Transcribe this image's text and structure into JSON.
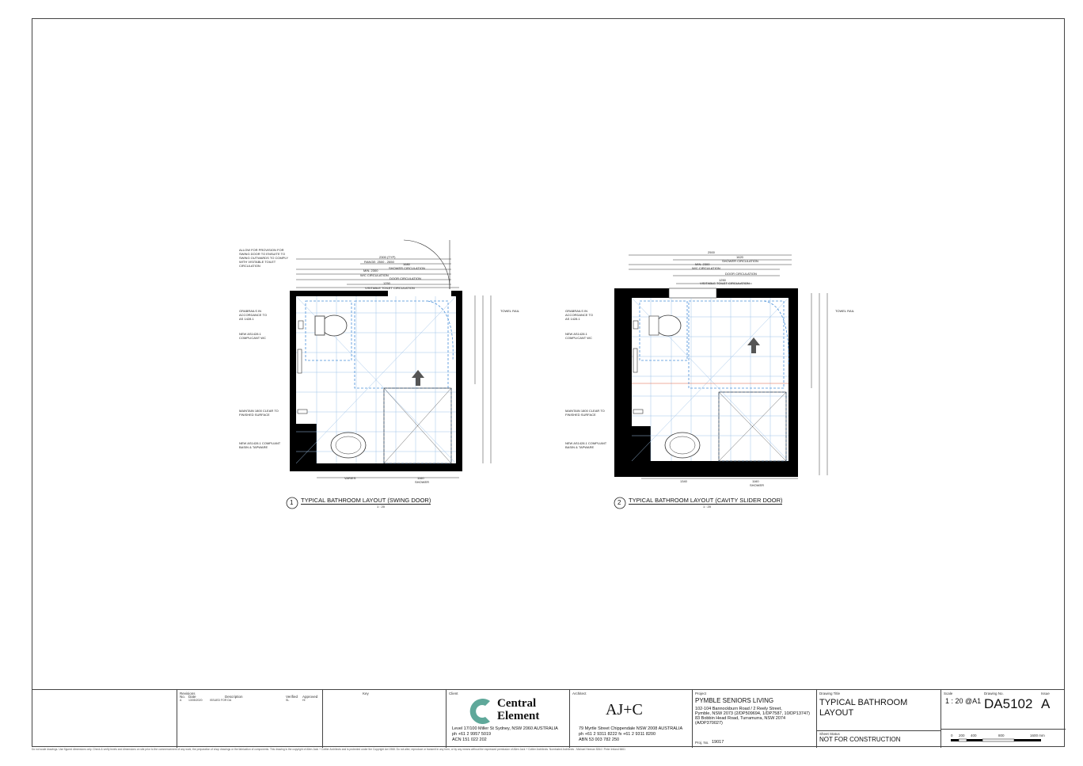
{
  "drawings": [
    {
      "number": "1",
      "title": "TYPICAL BATHROOM LAYOUT (SWING DOOR)",
      "scale": "1 : 20",
      "annotations": {
        "door_note": "ALLOW FOR PROVISION FOR\nSWING DOOR TO ENSUITE TO\nSWING OUTWARDS TO COMPLY\nWITH VISITABLE TOILET\nCIRCULATION",
        "grabrails": "GRABRAILS IN\nACCORDANCE TO\nAS 1428.1",
        "wc": "NEW AS1428.1\nCOMPLICANT WC",
        "clear": "MAINTAIN 1800 CLEAR TO\nFINISHED SURFACE",
        "basin": "NEW AS1428.1 COMPLIANT\nBASIN & TAPWARE",
        "towel_rail": "TOWEL RAIL"
      },
      "dims": {
        "overall": "2300 (TYP)",
        "range": "RANGE: 2500 - 2650",
        "shower_circ_w": "1680",
        "shower_circ": "SHOWER CIRCULATION",
        "min": "MIN. 2300",
        "wc_circ": "W/C CIRCULATION",
        "door_circ": "DOOR CIRCULATION",
        "visitable_w": "1250",
        "visitable": "VISITABLE TOILET CIRCULATION",
        "bottom_left": "VARIES",
        "bottom_right": "1160",
        "bottom_shower": "SHOWER"
      }
    },
    {
      "number": "2",
      "title": "TYPICAL BATHROOM LAYOUT (CAVITY SLIDER DOOR)",
      "scale": "1 : 20",
      "annotations": {
        "grabrails": "GRABRAILS IN\nACCORDANCE TO\nAS 1428.1",
        "wc": "NEW AS1428.1\nCOMPLICANT WC",
        "clear": "MAINTAIN 1800 CLEAR TO\nFINISHED SURFACE",
        "basin": "NEW AS1428.1 COMPLIANT\nBASIN & TAPWARE",
        "towel_rail": "TOWEL RAIL"
      },
      "dims": {
        "overall": "2500",
        "shower_circ_w": "1620",
        "shower_circ": "SHOWER CIRCULATION",
        "min": "MIN. 2300",
        "wc_circ": "W/C CIRCULATION",
        "door_circ": "DOOR CIRCULATION",
        "visitable_w": "1250",
        "visitable": "VISITABLE TOILET CIRCULATION",
        "bottom_left": "1340",
        "bottom_right": "1160",
        "bottom_shower": "SHOWER"
      }
    }
  ],
  "title_block": {
    "revisions_label": "Revisions",
    "rev_headers": [
      "No.",
      "Date",
      "Description",
      "Verified",
      "Approved"
    ],
    "rev_row": [
      "A",
      "13/05/2020",
      "ISSUED FOR DA",
      "SL",
      "HI"
    ],
    "key_label": "Key",
    "client_label": "Client",
    "client_name_1": "Central",
    "client_name_2": "Element",
    "client_addr": "Level 17/100 Miller St Sydney, NSW 2060 AUSTRALIA",
    "client_ph": "ph +61 2 9957 5019",
    "client_acn": "ACN 151 022 202",
    "architect_label": "Architect",
    "architect_logo": "AJ+C",
    "architect_addr": "79 Myrtle Street Chippendale NSW 2008 AUSTRALIA",
    "architect_ph": "ph +61 2 9311 8222 fx +61 2 9311 8200",
    "architect_abn": "ABN 53 003 782 250",
    "project_label": "Project",
    "project_name": "PYMBLE SENIORS LIVING",
    "project_addr_1": "102-104 Bannockburn Road / 2 Reely Street,",
    "project_addr_2": "Pymble, NSW 2073 (2/DP509694, 1/DP7587, 10/DP13747)",
    "project_addr_3": "83 Bobbin Head Road, Turramurra, NSW 2074",
    "project_addr_4": "(A/DP370027)",
    "proj_no_label": "Proj. No.",
    "proj_no": "19017",
    "drawing_title_label": "Drawing Title",
    "drawing_title_1": "TYPICAL BATHROOM",
    "drawing_title_2": "LAYOUT",
    "sheet_status_label": "Sheet Status",
    "sheet_status": "NOT FOR CONSTRUCTION",
    "scale_label": "Scale",
    "scale": "1 : 20 @A1",
    "drawing_no_label": "Drawing No.",
    "drawing_no": "DA5102",
    "issue_label": "Issue",
    "issue": "A",
    "scale_bar": [
      "0",
      "200",
      "400",
      "800",
      "1600 mm"
    ]
  },
  "footer_note": "Do not scale drawings. Use figured dimensions only. Check & verify levels and dimensions on site prior to the commencement of any work, the preparation of shop drawings or the fabrication of components. This drawing is the copyright of Allen Jack + Cottier Architects and is protected under the Copyright Act 1968. Do not alter, reproduce or transmit in any form, or by any means without the expressed permission of Allen Jack + Cottier Architects. Nominated Architects - Michael Heenan 5264 / Peter Ireland 6661",
  "colors": {
    "wall": "#000000",
    "blue": "#4a90d9",
    "tile": "#9fc3e8"
  }
}
